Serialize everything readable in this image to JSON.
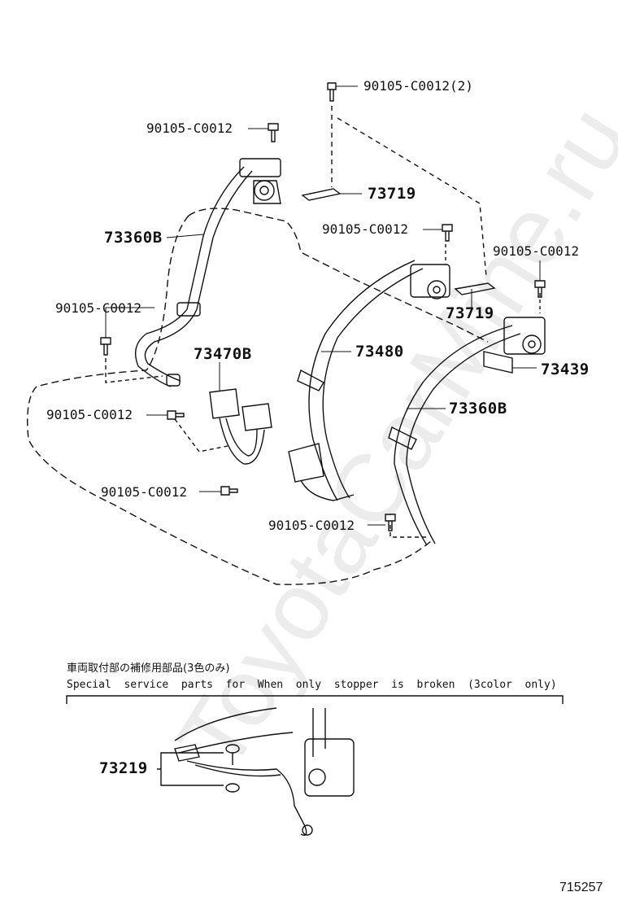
{
  "watermark": "ToyotaCarMine.ru",
  "labels": {
    "bolt_top_right": "90105-C0012(2)",
    "bolt_top_left": "90105-C0012",
    "bracket_73719_a": "73719",
    "belt_73360b_left": "73360B",
    "bolt_center": "90105-C0012",
    "bolt_right": "90105-C0012",
    "bolt_left_mid": "90105-C0012",
    "bracket_73719_b": "73719",
    "buckle_73470b": "73470B",
    "belt_73480": "73480",
    "cover_73439": "73439",
    "bolt_left_low": "90105-C0012",
    "belt_73360b_right": "73360B",
    "bolt_bottom_left": "90105-C0012",
    "bolt_bottom_center": "90105-C0012",
    "stopper_73219": "73219"
  },
  "note": {
    "japanese": "車両取付部の補修用部品(3色のみ)",
    "english": "Special  service  parts  for  When  only  stopper  is  broken  (3color  only)"
  },
  "diagram_number": "715257"
}
